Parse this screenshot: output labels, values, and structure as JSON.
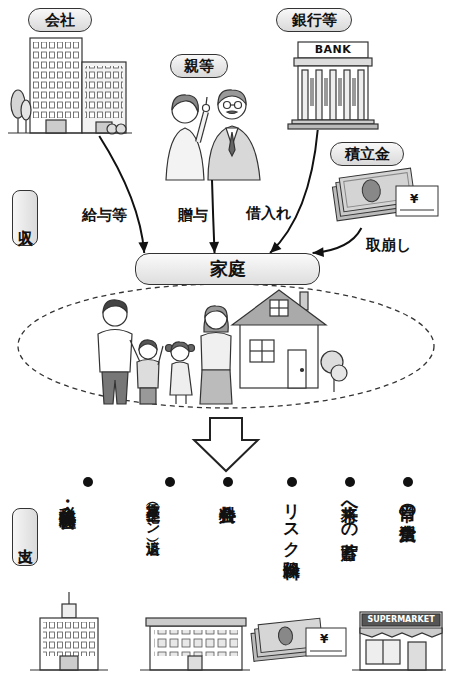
{
  "diagram": {
    "nodes": [
      {
        "text": [
          "会社"
        ]
      },
      {
        "text": [
          "銀行等"
        ]
      },
      {
        "text": [
          "親等"
        ]
      },
      {
        "text": [
          "積立金"
        ]
      },
      {
        "text": [
          "収入"
        ]
      },
      {
        "text": [
          "家庭"
        ]
      },
      {
        "text": [
          "支出"
        ]
      }
    ],
    "edges": [
      {
        "from": 0,
        "to": 5,
        "label": "給与等",
        "arrow": "to"
      },
      {
        "from": 2,
        "to": 5,
        "label": "贈与",
        "arrow": "to"
      },
      {
        "from": 1,
        "to": 5,
        "label": "借入れ",
        "arrow": "to"
      },
      {
        "from": 3,
        "to": 5,
        "label": "取崩し",
        "arrow": "to"
      }
    ],
    "labels": [
      "BANK",
      "¥",
      "税金・ 社会保険料",
      "家賃 （住宅ローン返済）",
      "公共料金",
      "リスク保険料",
      "将来への貯蓄",
      "日常の生活費",
      "¥",
      "SUPERMARKET"
    ]
  }
}
